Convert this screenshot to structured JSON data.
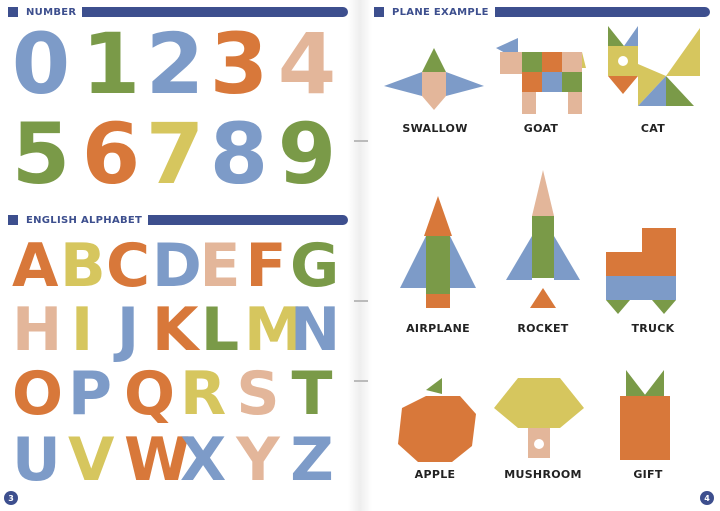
{
  "left_page": {
    "number_header": "NUMBER",
    "alphabet_header": "ENGLISH ALPHABET",
    "digits": [
      "0",
      "1",
      "2",
      "3",
      "4",
      "5",
      "6",
      "7",
      "8",
      "9"
    ],
    "letters": [
      "A",
      "B",
      "C",
      "D",
      "E",
      "F",
      "G",
      "H",
      "I",
      "J",
      "K",
      "L",
      "M",
      "N",
      "O",
      "P",
      "Q",
      "R",
      "S",
      "T",
      "U",
      "V",
      "W",
      "X",
      "Y",
      "Z"
    ],
    "page_number": "3"
  },
  "right_page": {
    "plane_header": "PLANE EXAMPLE",
    "examples": [
      "SWALLOW",
      "GOAT",
      "CAT",
      "AIRPLANE",
      "ROCKET",
      "TRUCK",
      "APPLE",
      "MUSHROOM",
      "GIFT"
    ],
    "page_number": "4"
  },
  "colors": {
    "header": "#3d4f8e",
    "green": "#7a9a48",
    "blue": "#7d9bc8",
    "orange": "#d8783a",
    "yellow": "#d6c65e",
    "peach": "#e3b69a"
  }
}
